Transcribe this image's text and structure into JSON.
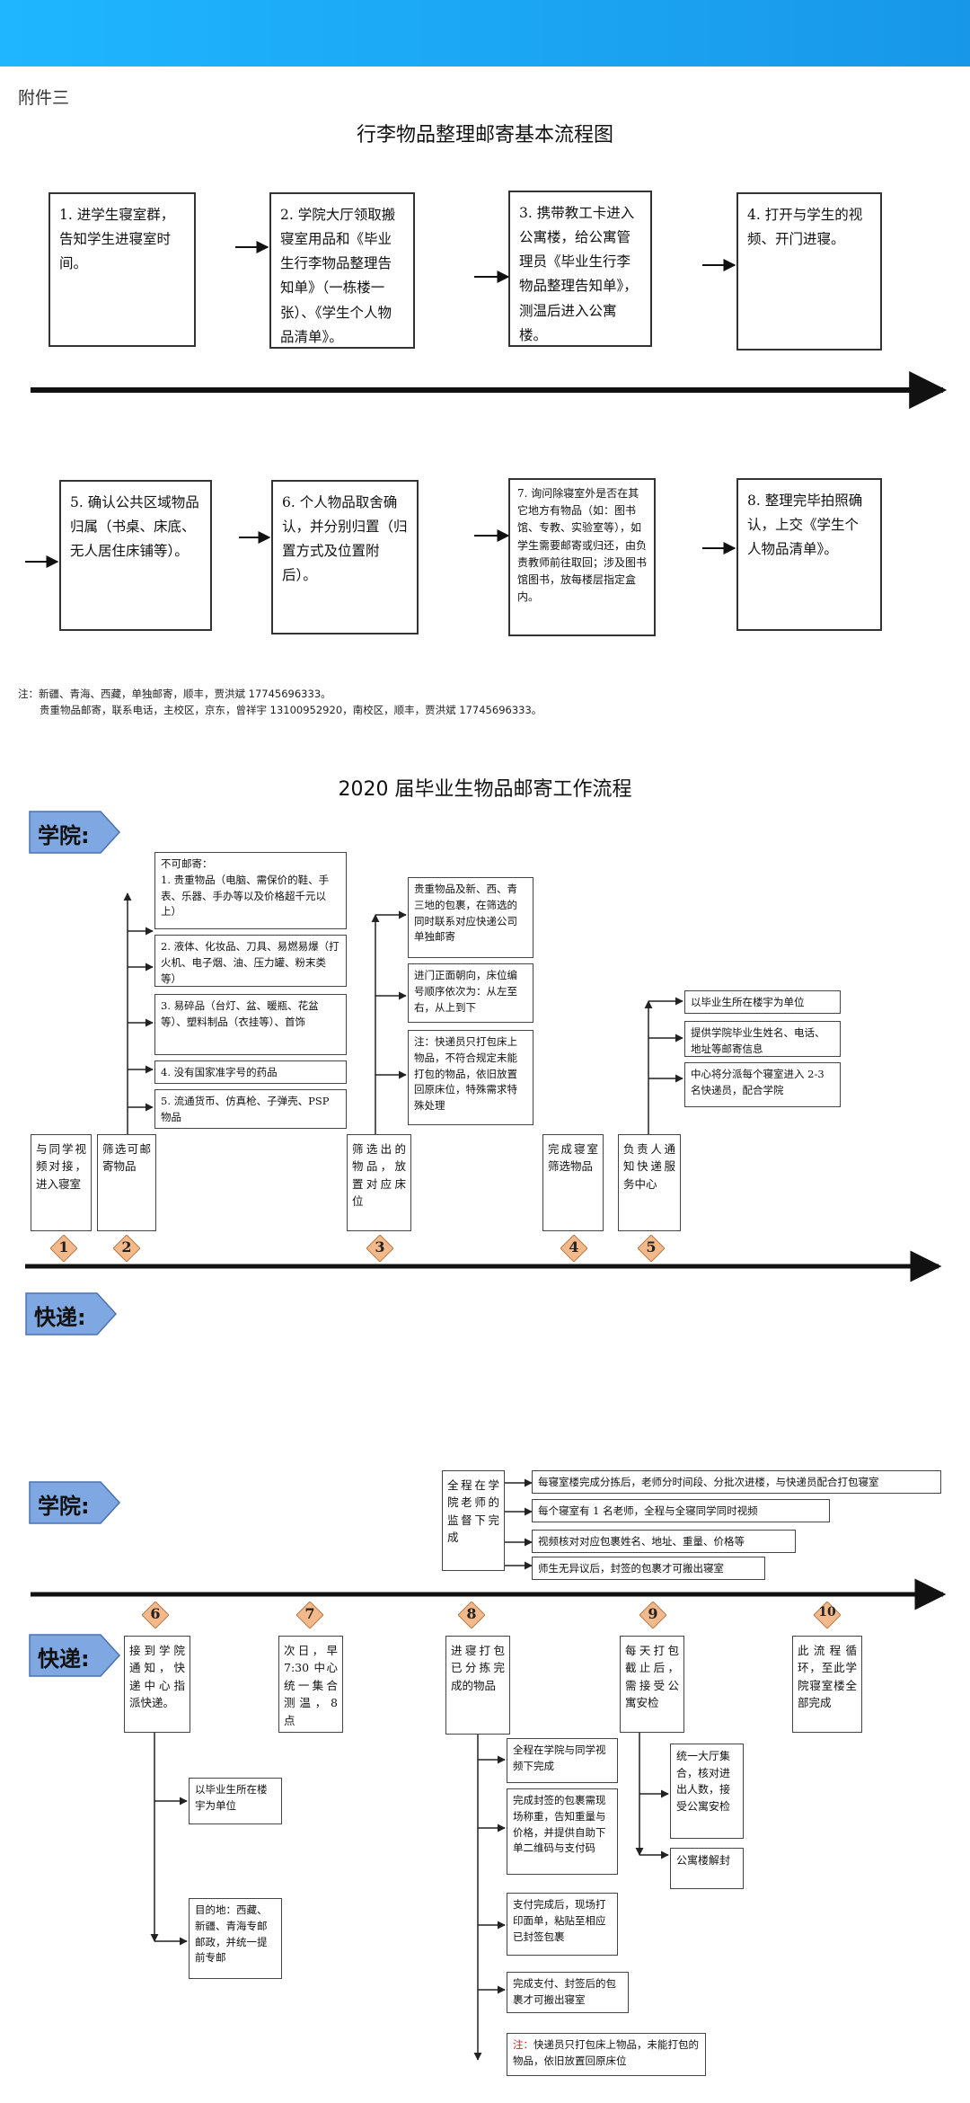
{
  "attachment_label": "附件三",
  "flow1": {
    "title": "行李物品整理邮寄基本流程图",
    "steps": [
      "1. 进学生寝室群，告知学生进寝室时间。",
      "2. 学院大厅领取搬寝室用品和《毕业生行李物品整理告知单》（一栋楼一张）、《学生个人物品清单》。",
      "3. 携带教工卡进入公寓楼，给公寓管理员《毕业生行李物品整理告知单》，测温后进入公寓楼。",
      "4. 打开与学生的视频、开门进寝。",
      "5. 确认公共区域物品归属（书桌、床底、无人居住床铺等）。",
      "6. 个人物品取舍确认，并分别归置（归置方式及位置附后）。",
      "7. 询问除寝室外是否在其它地方有物品（如：图书馆、专教、实验室等），如学生需要邮寄或归还，由负责教师前往取回；涉及图书馆图书，放每楼层指定盒内。",
      "8. 整理完毕拍照确认，上交《学生个人物品清单》。"
    ],
    "notes": [
      "注：新疆、青海、西藏，单独邮寄，顺丰，贾洪斌 17745696333。",
      "贵重物品邮寄，联系电话，主校区，京东，曾祥宇 13100952920，南校区，顺丰，贾洪斌 17745696333。"
    ]
  },
  "flow2": {
    "title": "2020 届毕业生物品邮寄工作流程",
    "tag_college": "学院:",
    "tag_express": "快递:",
    "nums": [
      "1",
      "2",
      "3",
      "4",
      "5",
      "6",
      "7",
      "8",
      "9",
      "10"
    ],
    "a1": "与同学视频对接，进入寝室",
    "a2": "筛选可邮寄物品",
    "nomail_head": "不可邮寄：",
    "nomail": [
      "1.  贵重物品（电脑、需保价的鞋、手表、乐器、手办等以及价格超千元以上）",
      "2.  液体、化妆品、刀具、易燃易爆（打火机、电子烟、油、压力罐、粉末类等）",
      "3.  易碎品（台灯、盆、暖瓶、花盆等）、塑料制品（衣挂等）、首饰",
      "4.  没有国家准字号的药品",
      "5.  流通货币、仿真枪、子弹壳、PSP 物品"
    ],
    "a3": "筛选出的物品，放置对应床位",
    "a3_notes": [
      "贵重物品及新、西、青三地的包裹，在筛选的同时联系对应快递公司单独邮寄",
      "进门正面朝向，床位编号顺序依次为：从左至右，从上到下",
      "注：快递员只打包床上物品，不符合规定未能打包的物品，依旧放置回原床位，特殊需求特殊处理"
    ],
    "a4": "完成寝室筛选物品",
    "a5": "负责人通知快递服务中心",
    "a5_notes": [
      "以毕业生所在楼宇为单位",
      "提供学院毕业生姓名、电话、地址等邮寄信息",
      "中心将分派每个寝室进入 2-3 名快递员，配合学院"
    ],
    "supervise": "全程在学院老师的监督下完成",
    "sup_notes": [
      "每寝室楼完成分拣后，老师分时间段、分批次进楼，与快递员配合打包寝室",
      "每个寝室有 1 名老师，全程与全寝同学同时视频",
      "视频核对对应包裹姓名、地址、重量、价格等",
      "师生无异议后，封签的包裹才可搬出寝室"
    ],
    "e6": "接到学院通知，快递中心指派快递。",
    "e6_notes": [
      "以毕业生所在楼宇为单位",
      "目的地：西藏、新疆、青海专邮邮政，并统一提前专邮"
    ],
    "e7": "次日，早 7:30 中心统一集合测温，8 点",
    "e8": "进寝打包已分拣完成的物品",
    "e8_notes": [
      "全程在学院与同学视频下完成",
      "完成封签的包裹需现场称重，告知重量与价格，并提供自助下单二维码与支付码",
      "支付完成后，现场打印面单，粘贴至相应已封签包裹",
      "完成支付、封签后的包裹才可搬出寝室"
    ],
    "e8_last_prefix": "注：",
    "e8_last": "快递员只打包床上物品，未能打包的物品，依旧放置回原床位",
    "e9": "每天打包截止后，需接受公寓安检",
    "e9_notes": [
      "统一大厅集合，核对进出人数，接受公寓安检",
      "公寓楼解封"
    ],
    "e10": "此流程循环，至此学院寝室楼全部完成"
  },
  "colors": {
    "topbar": "#1fb6ff",
    "tag_fill": "#7fa8e2",
    "diamond_fill": "#f3b98a",
    "note_red": "#dd2222"
  }
}
